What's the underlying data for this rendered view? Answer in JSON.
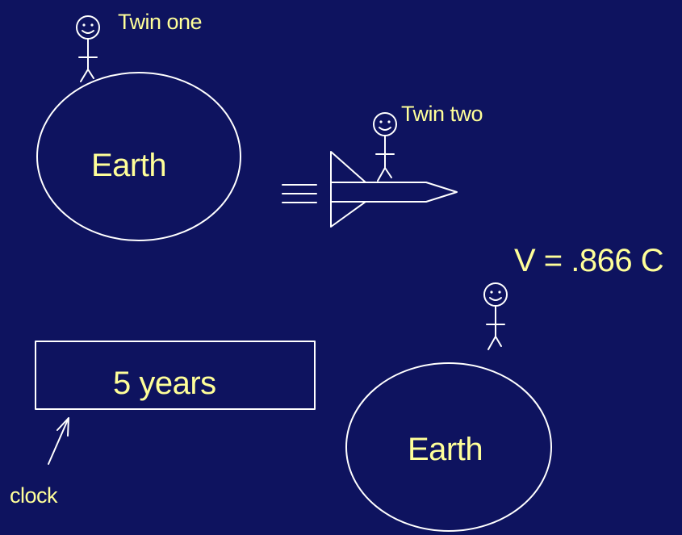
{
  "colors": {
    "background": "#0e135f",
    "stroke": "#ffffff",
    "text": "#ffff99"
  },
  "labels": {
    "twin_one": "Twin one",
    "twin_two": "Twin two",
    "earth_top": "Earth",
    "earth_bottom": "Earth",
    "clock_value": "5 years",
    "clock": "clock",
    "velocity": "V = .866 C"
  }
}
